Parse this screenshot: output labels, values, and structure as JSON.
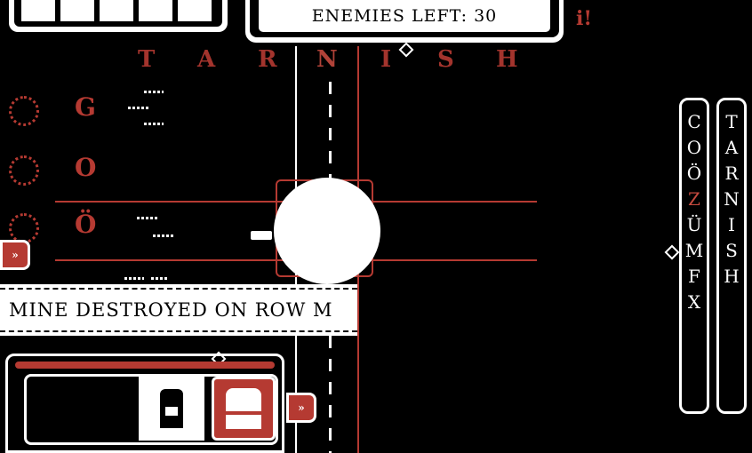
{
  "hud": {
    "enemies_left": "ENEMIES LEFT: 30",
    "alert": "i!"
  },
  "columns": {
    "letters": [
      "T",
      "A",
      "R",
      "N",
      "I",
      "S",
      "H"
    ],
    "active_letter": "N"
  },
  "left_rows": {
    "letters": [
      "G",
      "O",
      "Ö"
    ]
  },
  "message": {
    "text": "MINE DESTROYED ON ROW M"
  },
  "right_panels": {
    "rows_word": [
      "C",
      "O",
      "Ö",
      "Z",
      "Ü",
      "M",
      "F",
      "X"
    ],
    "cols_word": [
      "T",
      "A",
      "R",
      "N",
      "I",
      "S",
      "H"
    ],
    "highlight": "Z"
  },
  "icons": {
    "tab": "chevrons-icon"
  },
  "colors": {
    "accent": "#b53a32",
    "fg": "#ffffff",
    "bg": "#000000"
  }
}
